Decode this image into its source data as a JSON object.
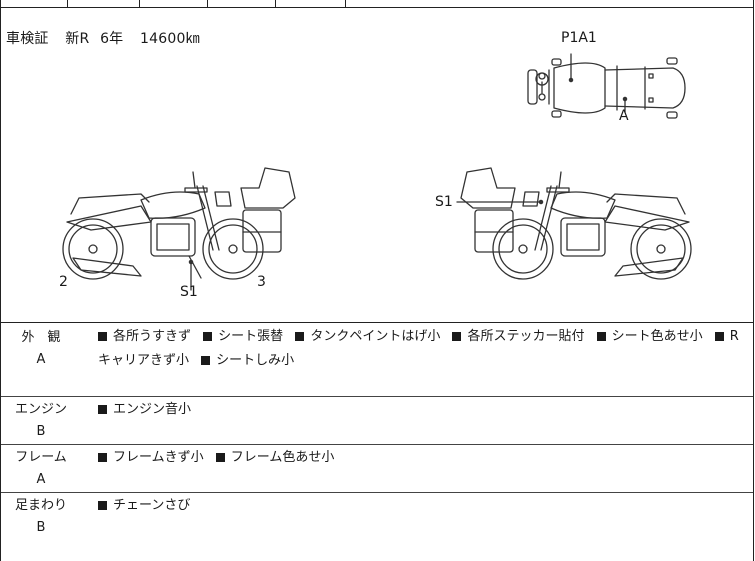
{
  "registration": {
    "label": "車検証",
    "type": "新R",
    "year": "6年",
    "mileage": "14600㎞"
  },
  "diagram_labels": {
    "top_view_code": "P1A1",
    "top_view_marker": "A",
    "left_side_rear_wheel": "2",
    "left_side_center": "S1",
    "left_side_front": "3",
    "right_side_marker": "S1"
  },
  "condition": [
    {
      "category_top": "外　観",
      "grade": "A",
      "items": [
        "各所うすきず",
        "シート張替",
        "タンクペイントはげ小",
        "各所ステッカー貼付",
        "シート色あせ小",
        "Rキャリアきず小",
        "シートしみ小"
      ]
    },
    {
      "category_top": "エンジン",
      "grade": "B",
      "items": [
        "エンジン音小"
      ]
    },
    {
      "category_top": "フレーム",
      "grade": "A",
      "items": [
        "フレームきず小",
        "フレーム色あせ小"
      ]
    },
    {
      "category_top": "足まわり",
      "grade": "B",
      "items": [
        "チェーンさび"
      ]
    }
  ]
}
